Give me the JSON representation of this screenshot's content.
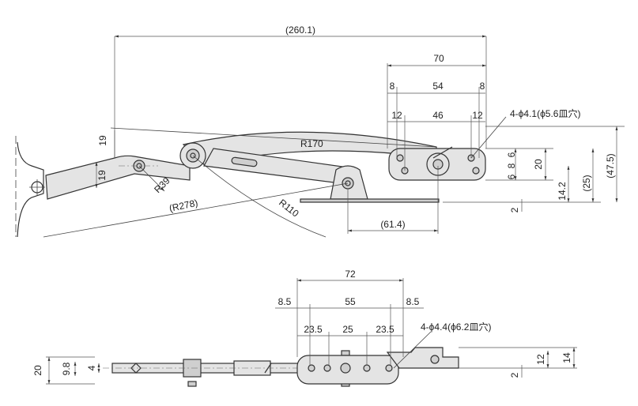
{
  "side_view": {
    "overall_length": "(260.1)",
    "plate_length": "70",
    "plate_end_margin_left": "8",
    "plate_hole_pitch": "54",
    "plate_end_margin_right": "8",
    "inner_margin_left": "12",
    "inner_hole_pitch": "46",
    "inner_margin_right": "12",
    "hole_note": "4-ϕ4.1(ϕ5.6皿穴)",
    "radius_arc": "R170",
    "radius_pivot": "R39",
    "radius_swing": "(R278)",
    "radius_link": "R110",
    "arm_height_top": "19",
    "arm_height_side": "19",
    "plate_height_upper": "6",
    "plate_height_mid": "8",
    "plate_height_lower": "6",
    "plate_height_total": "20",
    "base_height": "14.2",
    "base_offset": "(25)",
    "total_height": "(47.5)",
    "base_thickness": "2",
    "pivot_offset": "(61.4)"
  },
  "bottom_view": {
    "overall_plate_length": "72",
    "end_margin_left": "8.5",
    "hole_pitch": "55",
    "end_margin_right": "8.5",
    "inner_spacing_left": "23.5",
    "inner_spacing_center": "25",
    "inner_spacing_right": "23.5",
    "hole_note": "4-ϕ4.4(ϕ6.2皿穴)",
    "total_width": "20",
    "arm_width": "9.8",
    "arm_thickness": "4",
    "bracket_height": "12",
    "bracket_total": "14",
    "base_thickness": "2"
  }
}
